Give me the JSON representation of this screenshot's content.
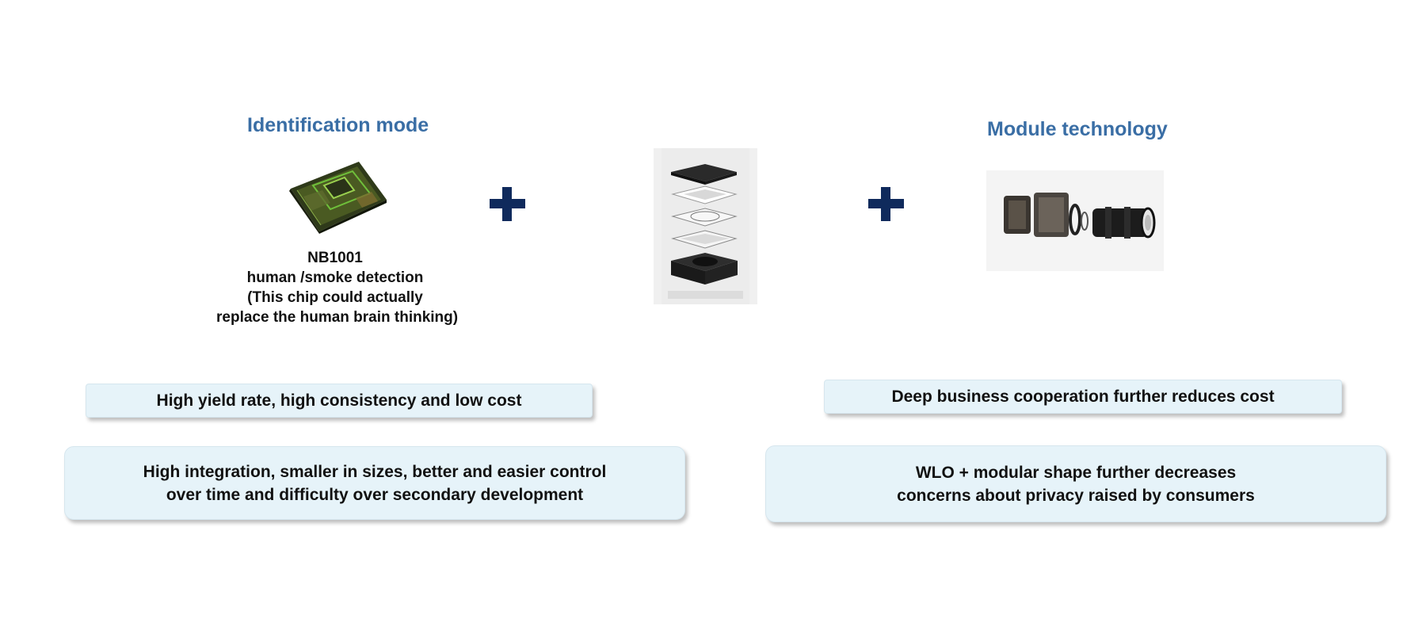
{
  "left": {
    "heading": "Identification mode",
    "caption": [
      "NB1001",
      "human /smoke detection",
      "(This chip could actually",
      "replace the human brain thinking)"
    ],
    "box_small": "High yield rate, high consistency and low cost",
    "box_large": [
      "High integration, smaller in sizes, better and easier control",
      "over time and difficulty over secondary development"
    ]
  },
  "right": {
    "heading": "Module technology",
    "box_small": "Deep business cooperation further reduces cost",
    "box_large": [
      "WLO + modular shape further decreases",
      "concerns about privacy raised by consumers"
    ]
  },
  "icons": {
    "plus": "plus-icon",
    "chip": "chip-image",
    "stack": "lens-stack-image",
    "camera": "camera-module-image"
  },
  "colors": {
    "heading": "#3a6ea5",
    "plus": "#0f2a5c",
    "box_fill": "#e6f3f9"
  }
}
